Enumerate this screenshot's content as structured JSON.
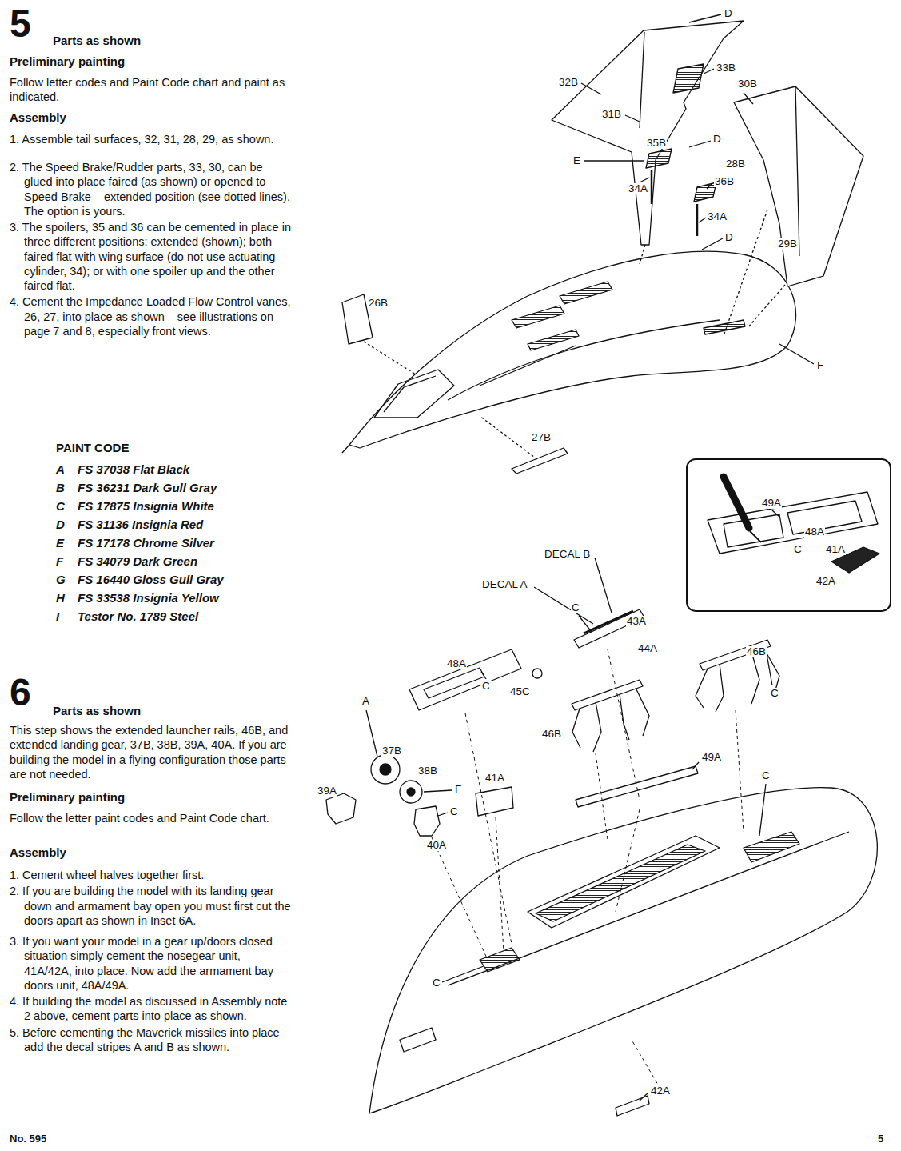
{
  "diagram": {
    "nodes": [
      {
        "text": [
          "49A",
          "48A",
          "C",
          "41A",
          "42A"
        ]
      }
    ],
    "labels": [
      "5",
      "Parts as shown",
      "Preliminary painting",
      "Follow letter codes and Paint Code chart and paint as indicated.",
      "Assembly",
      "1. Assemble tail surfaces, 32, 31, 28, 29, as shown.",
      "2. The Speed Brake/Rudder parts, 33, 30, can be glued into place faired (as shown) or opened to Speed Brake – extended position (see dotted lines). The option is yours.",
      "3. The spoilers, 35 and 36 can be cemented in place in three different positions: extended (shown); both faired flat with wing surface (do not use actuating cylinder, 34); or with one spoiler up and the other faired flat.",
      "4. Cement the Impedance Loaded Flow Control vanes, 26, 27, into place as shown – see illustrations on page 7 and 8, especially front views.",
      "D",
      "33B",
      "32B",
      "30B",
      "31B",
      "35B",
      "D",
      "E",
      "28B",
      "36B",
      "34A",
      "34A",
      "D",
      "29B",
      "26B",
      "F",
      "27B",
      "PAINT CODE",
      "A",
      "FS 37038 Flat Black",
      "B",
      "FS 36231 Dark Gull Gray",
      "C",
      "FS 17875 Insignia White",
      "D",
      "FS 31136 Insignia Red",
      "E",
      "FS 17178 Chrome Silver",
      "F",
      "FS 34079 Dark Green",
      "G",
      "FS 16440 Gloss Gull Gray",
      "H",
      "FS 33538 Insignia Yellow",
      "I",
      "Testor No. 1789 Steel",
      "DECAL B",
      "DECAL A",
      "C",
      "43A",
      "44A",
      "46B",
      "48A",
      "C",
      "45C",
      "C",
      "A",
      "46B",
      "37B",
      "49A",
      "38B",
      "C",
      "41A",
      "F",
      "39A",
      "C",
      "40A",
      "C",
      "42A",
      "6",
      "Parts as shown",
      "This step shows the extended launcher rails, 46B, and extended landing gear, 37B, 38B, 39A, 40A. If you are building the model in a flying configuration those parts are not needed.",
      "Preliminary painting",
      "Follow the letter paint codes and Paint Code chart.",
      "Assembly",
      "1. Cement wheel halves together first.",
      "2. If you are building the model with its landing gear down and armament bay open you must first cut the doors apart as shown in Inset 6A.",
      "3. If you want your model in a gear up/doors closed situation simply cement the nosegear unit, 41A/42A, into place. Now add the armament bay doors unit, 48A/49A.",
      "4. If building the model as discussed in Assembly note 2 above, cement parts into place as shown.",
      "5. Before cementing the Maverick missiles into place add the decal stripes A and B as shown.",
      "No. 595",
      "5"
    ]
  }
}
